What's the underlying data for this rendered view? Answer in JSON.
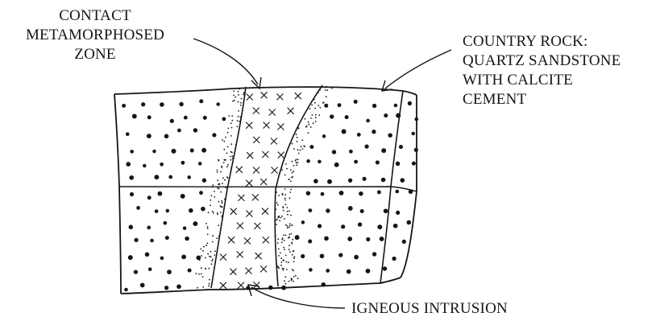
{
  "diagram": {
    "labels": {
      "contact_zone": [
        "CONTACT",
        "METAMORPHOSED",
        "ZONE"
      ],
      "country_rock": [
        "COUNTRY ROCK:",
        "QUARTZ SANDSTONE",
        "WITH CALCITE",
        "CEMENT"
      ],
      "igneous_intrusion": "IGNEOUS INTRUSION"
    },
    "colors": {
      "ink": "#151515",
      "background": "#ffffff"
    },
    "patterns": {
      "country_rock": "large-dots",
      "contact_zone": "fine-stipple",
      "intrusion": "crosses"
    }
  }
}
